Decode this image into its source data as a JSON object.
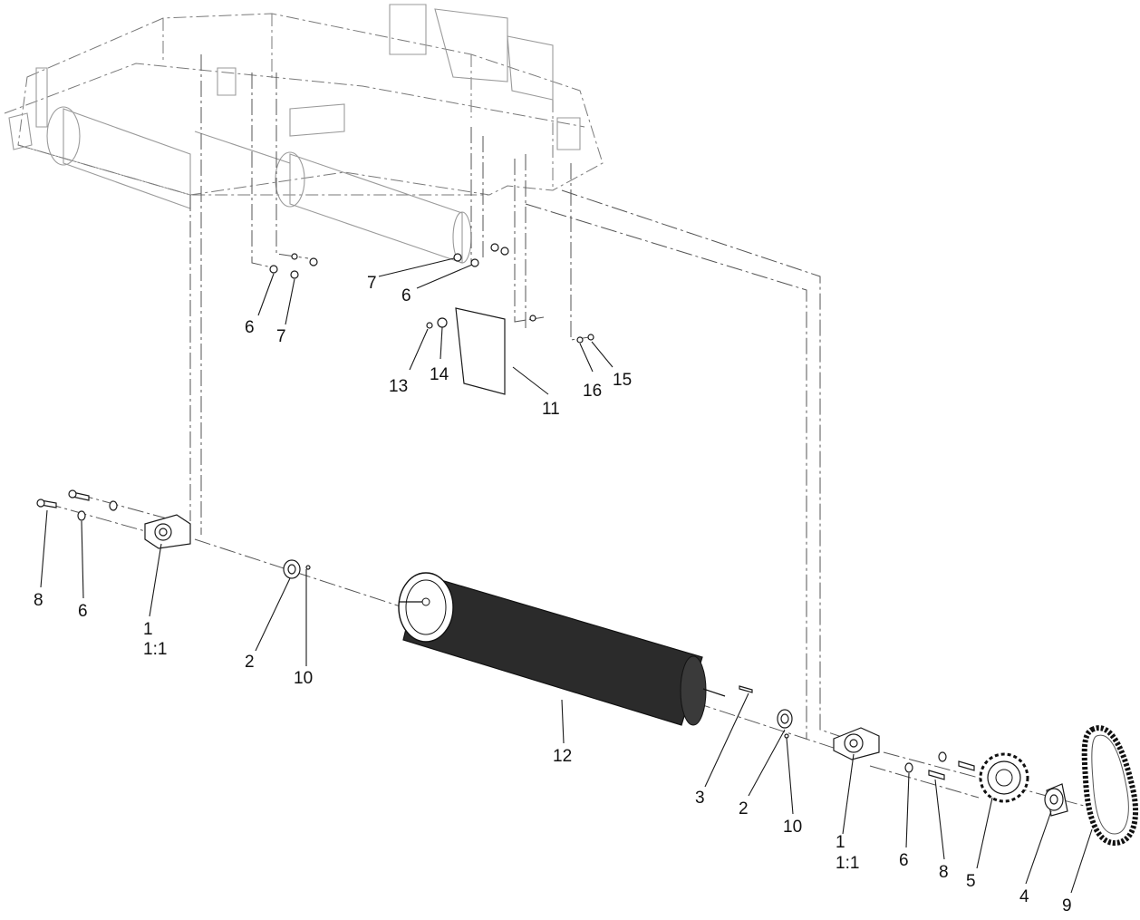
{
  "diagram": {
    "callouts": [
      {
        "id": "c1",
        "text": "8"
      },
      {
        "id": "c2",
        "text": "6"
      },
      {
        "id": "c3",
        "text": "1"
      },
      {
        "id": "c4",
        "text": "1:1"
      },
      {
        "id": "c5",
        "text": "2"
      },
      {
        "id": "c6",
        "text": "10"
      },
      {
        "id": "c7",
        "text": "12"
      },
      {
        "id": "c8",
        "text": "3"
      },
      {
        "id": "c9",
        "text": "2"
      },
      {
        "id": "c10",
        "text": "10"
      },
      {
        "id": "c11",
        "text": "1"
      },
      {
        "id": "c12",
        "text": "1:1"
      },
      {
        "id": "c13",
        "text": "6"
      },
      {
        "id": "c14",
        "text": "8"
      },
      {
        "id": "c15",
        "text": "5"
      },
      {
        "id": "c16",
        "text": "4"
      },
      {
        "id": "c17",
        "text": "9"
      },
      {
        "id": "c18",
        "text": "6"
      },
      {
        "id": "c19",
        "text": "7"
      },
      {
        "id": "c20",
        "text": "7"
      },
      {
        "id": "c21",
        "text": "6"
      },
      {
        "id": "c22",
        "text": "13"
      },
      {
        "id": "c23",
        "text": "14"
      },
      {
        "id": "c24",
        "text": "11"
      },
      {
        "id": "c25",
        "text": "16"
      },
      {
        "id": "c26",
        "text": "15"
      }
    ]
  }
}
